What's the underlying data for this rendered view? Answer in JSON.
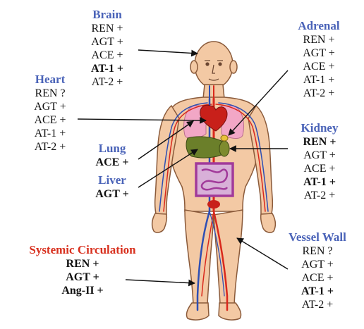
{
  "colors": {
    "title_blue": "#4a63b8",
    "title_red": "#d8301e",
    "skin": "#f3c9a4",
    "artery": "#d9281c",
    "vein": "#2e4fb4",
    "liver": "#6b7f2a",
    "intestine": "#a13a9a"
  },
  "brain": {
    "title": "Brain",
    "lines": [
      "REN +",
      "AGT +",
      "ACE +",
      "AT-1 +",
      "AT-2 +"
    ]
  },
  "heart": {
    "title": "Heart",
    "lines": [
      "REN ?",
      "AGT +",
      "ACE +",
      "AT-1 +",
      "AT-2 +"
    ]
  },
  "lung": {
    "title": "Lung",
    "lines": [
      "ACE +"
    ]
  },
  "liver": {
    "title": "Liver",
    "lines": [
      "AGT +"
    ]
  },
  "systemic": {
    "title": "Systemic Circulation",
    "lines": [
      "REN +",
      "AGT +",
      "Ang-II +"
    ]
  },
  "adrenal": {
    "title": "Adrenal",
    "lines": [
      "REN +",
      "AGT +",
      "ACE +",
      "AT-1 +",
      "AT-2 +"
    ]
  },
  "kidney": {
    "title": "Kidney",
    "lines": [
      "REN +",
      "AGT +",
      "ACE +",
      "AT-1 +",
      "AT-2 +"
    ]
  },
  "vessel": {
    "title": "Vessel Wall",
    "lines": [
      "REN ?",
      "AGT +",
      "ACE +",
      "AT-1 +",
      "AT-2 +"
    ]
  }
}
